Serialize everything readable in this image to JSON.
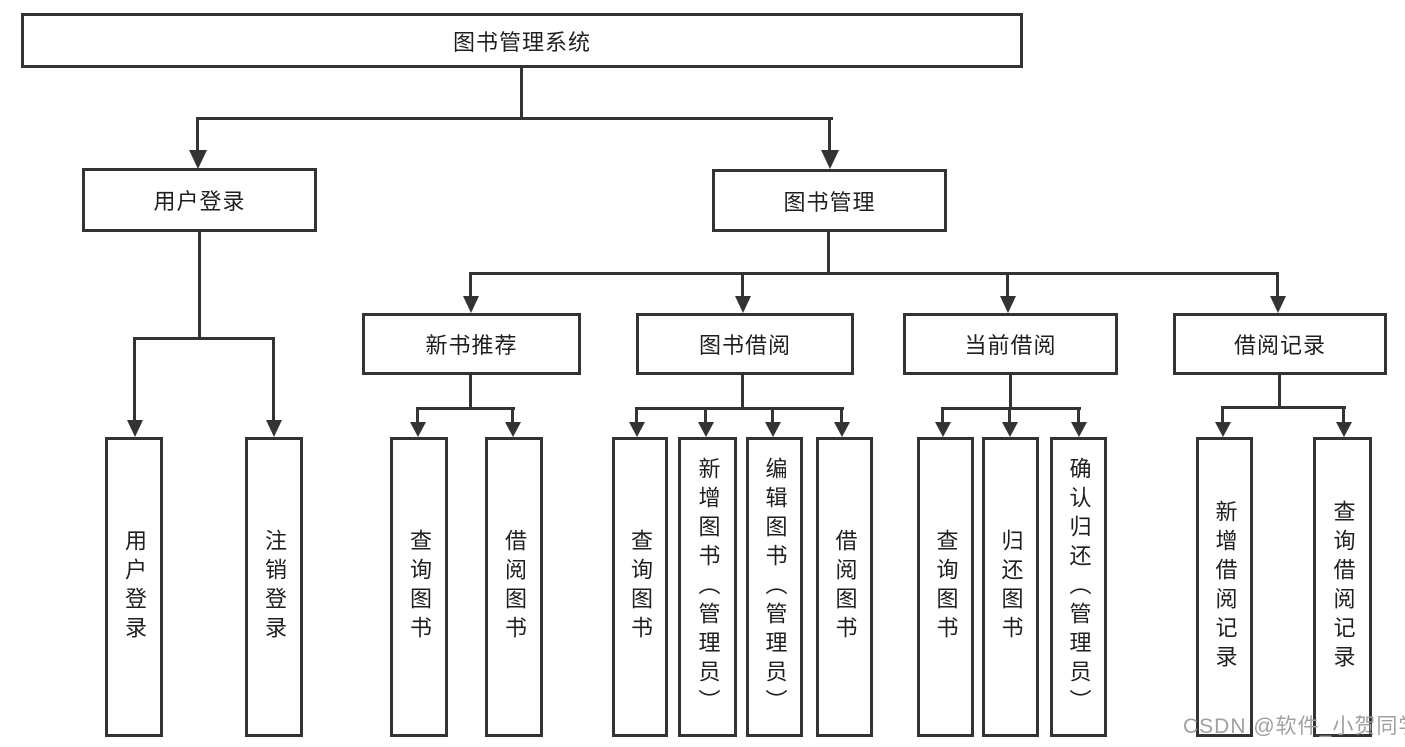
{
  "title": "图书管理系统",
  "watermark": {
    "label": "CSDN @软件_小贺同学"
  },
  "colors": {
    "line": "#333333",
    "text": "#1f1f1f",
    "watermark": "#a0a0a0",
    "background": "#ffffff"
  },
  "nodes": {
    "root": {
      "label": "图书管理系统"
    },
    "user_login": {
      "label": "用户登录"
    },
    "book_mgmt": {
      "label": "图书管理"
    },
    "new_book_rec": {
      "label": "新书推荐"
    },
    "book_borrow": {
      "label": "图书借阅"
    },
    "current_borrow": {
      "label": "当前借阅"
    },
    "borrow_record": {
      "label": "借阅记录"
    },
    "leaf_user_login": {
      "label": "用户登录"
    },
    "leaf_logout": {
      "label": "注销登录"
    },
    "leaf_query_book_rec": {
      "label": "查询图书"
    },
    "leaf_borrow_book_rec": {
      "label": "借阅图书"
    },
    "leaf_query_book_borrow": {
      "label": "查询图书"
    },
    "leaf_add_book_admin": {
      "label": "新增图书（管理员）"
    },
    "leaf_edit_book_admin": {
      "label": "编辑图书（管理员）"
    },
    "leaf_borrow_book": {
      "label": "借阅图书"
    },
    "leaf_query_book_current": {
      "label": "查询图书"
    },
    "leaf_return_book": {
      "label": "归还图书"
    },
    "leaf_confirm_return_admin": {
      "label": "确认归还（管理员）"
    },
    "leaf_add_borrow_record": {
      "label": "新增借阅记录"
    },
    "leaf_query_borrow_record": {
      "label": "查询借阅记录"
    }
  }
}
